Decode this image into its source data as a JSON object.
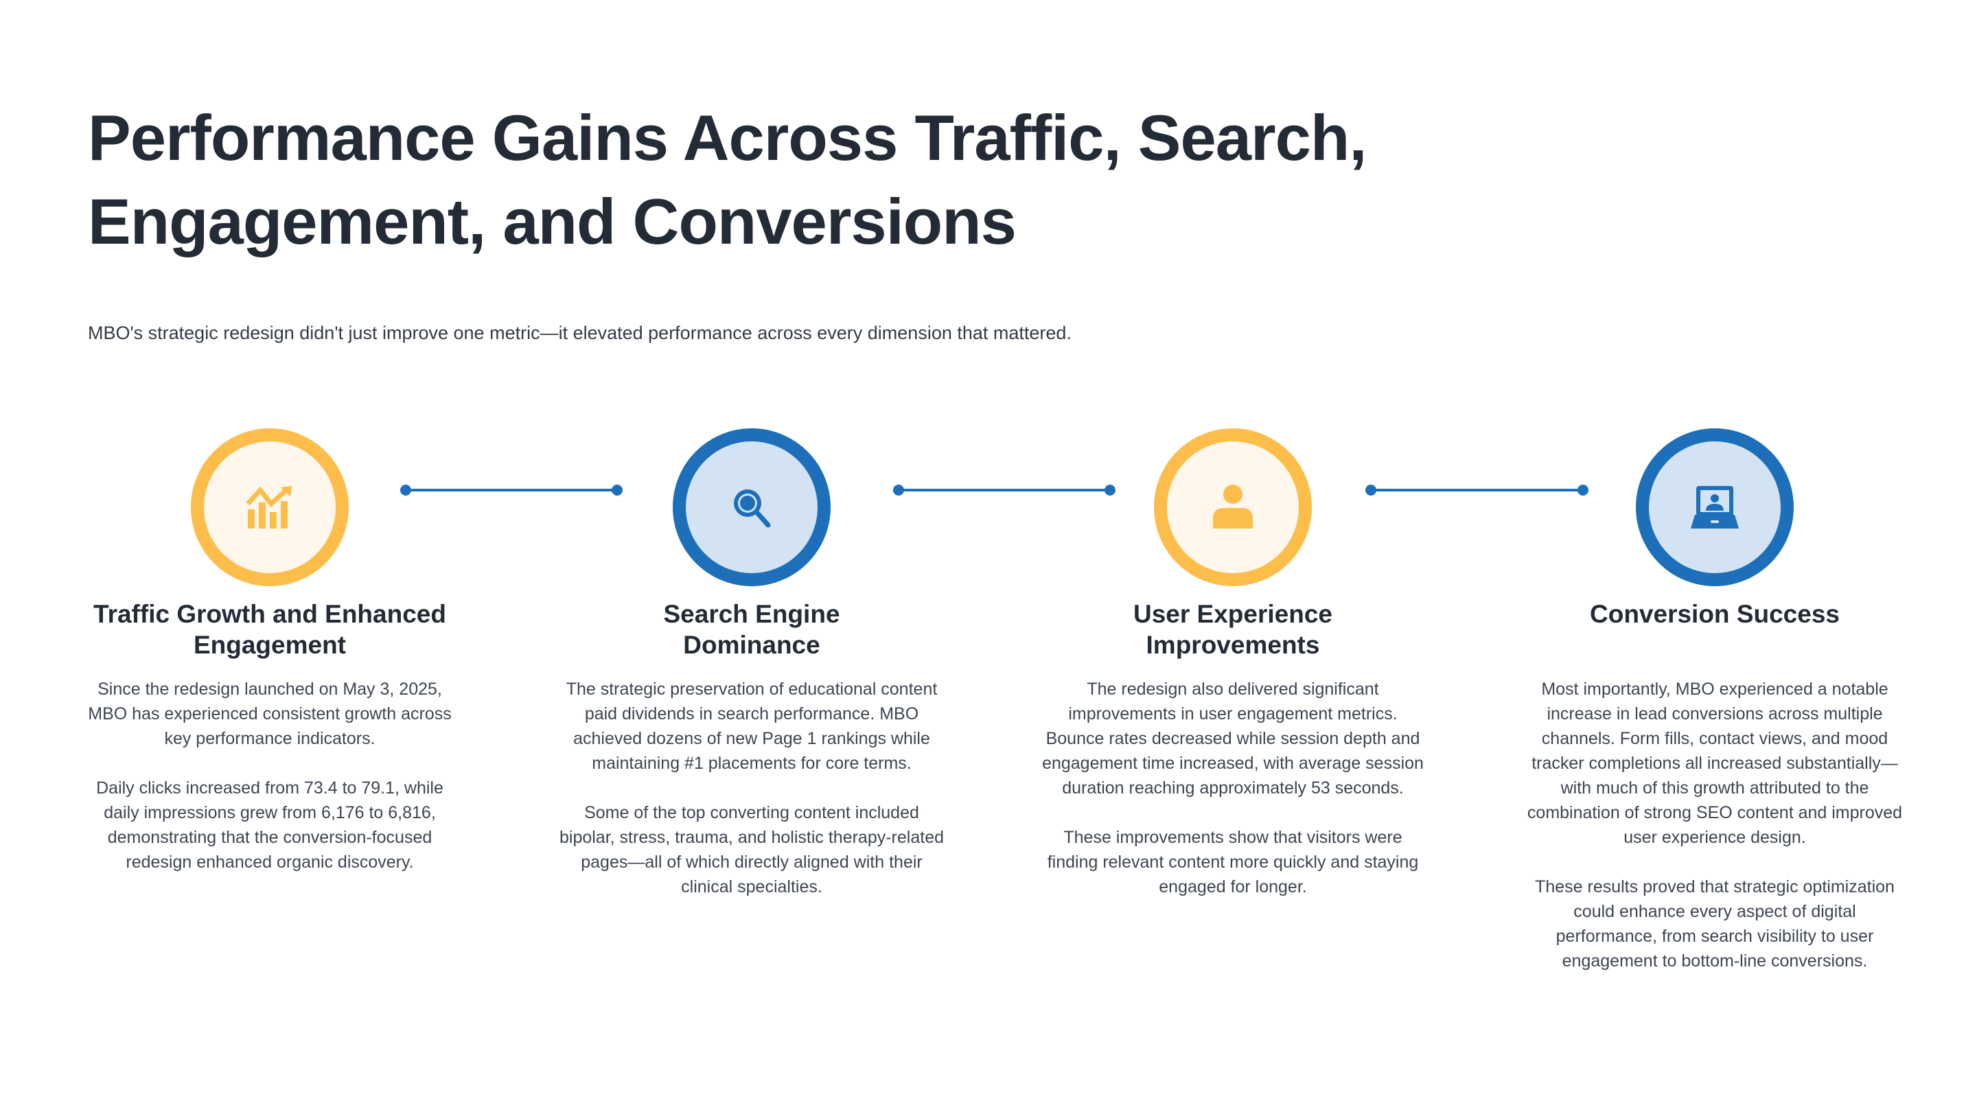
{
  "header": {
    "title": "Performance Gains Across Traffic, Search, Engagement, and Conversions",
    "subtitle": "MBO's strategic redesign didn't just improve one metric—it elevated performance across every dimension that mattered."
  },
  "colors": {
    "orange": "#fdbd4a",
    "blue": "#1d6fb9",
    "orange_fill": "#fff7ec",
    "blue_fill": "#d3e3f3"
  },
  "steps": [
    {
      "icon": "growth-chart-icon",
      "heading": "Traffic Growth and Enhanced Engagement",
      "paragraphs": [
        "Since the redesign launched on May 3, 2025, MBO has experienced consistent growth across key  performance indicators.",
        "Daily clicks increased from 73.4 to 79.1, while daily impressions grew from 6,176 to 6,816,  demonstrating that the conversion-focused redesign enhanced organic discovery."
      ]
    },
    {
      "icon": "search-icon",
      "heading": "Search Engine Dominance",
      "paragraphs": [
        "The strategic preservation of educational content paid dividends in search performance. MBO achieved  dozens of new Page 1 rankings while maintaining #1 placements for core terms.",
        "Some of the top converting content included bipolar, stress, trauma, and holistic therapy-related  pages—all of which directly aligned with their clinical specialties."
      ]
    },
    {
      "icon": "user-icon",
      "heading": "User Experience Improvements",
      "paragraphs": [
        "The redesign also delivered significant improvements in user engagement metrics. Bounce rates  decreased while session depth and engagement time increased, with average session duration reaching approximately 53 seconds.",
        "These improvements show that visitors were finding relevant content more quickly and staying engaged  for longer."
      ]
    },
    {
      "icon": "laptop-user-icon",
      "heading": "Conversion Success",
      "paragraphs": [
        "Most importantly, MBO experienced a notable increase in lead conversions across multiple channels.  Form fills, contact views, and mood tracker completions all increased substantially—with much of this growth attributed to the combination of strong SEO content and improved user experience design.",
        "These results proved that strategic optimization could enhance every aspect of digital performance, from  search visibility to user engagement to bottom-line conversions."
      ]
    }
  ]
}
